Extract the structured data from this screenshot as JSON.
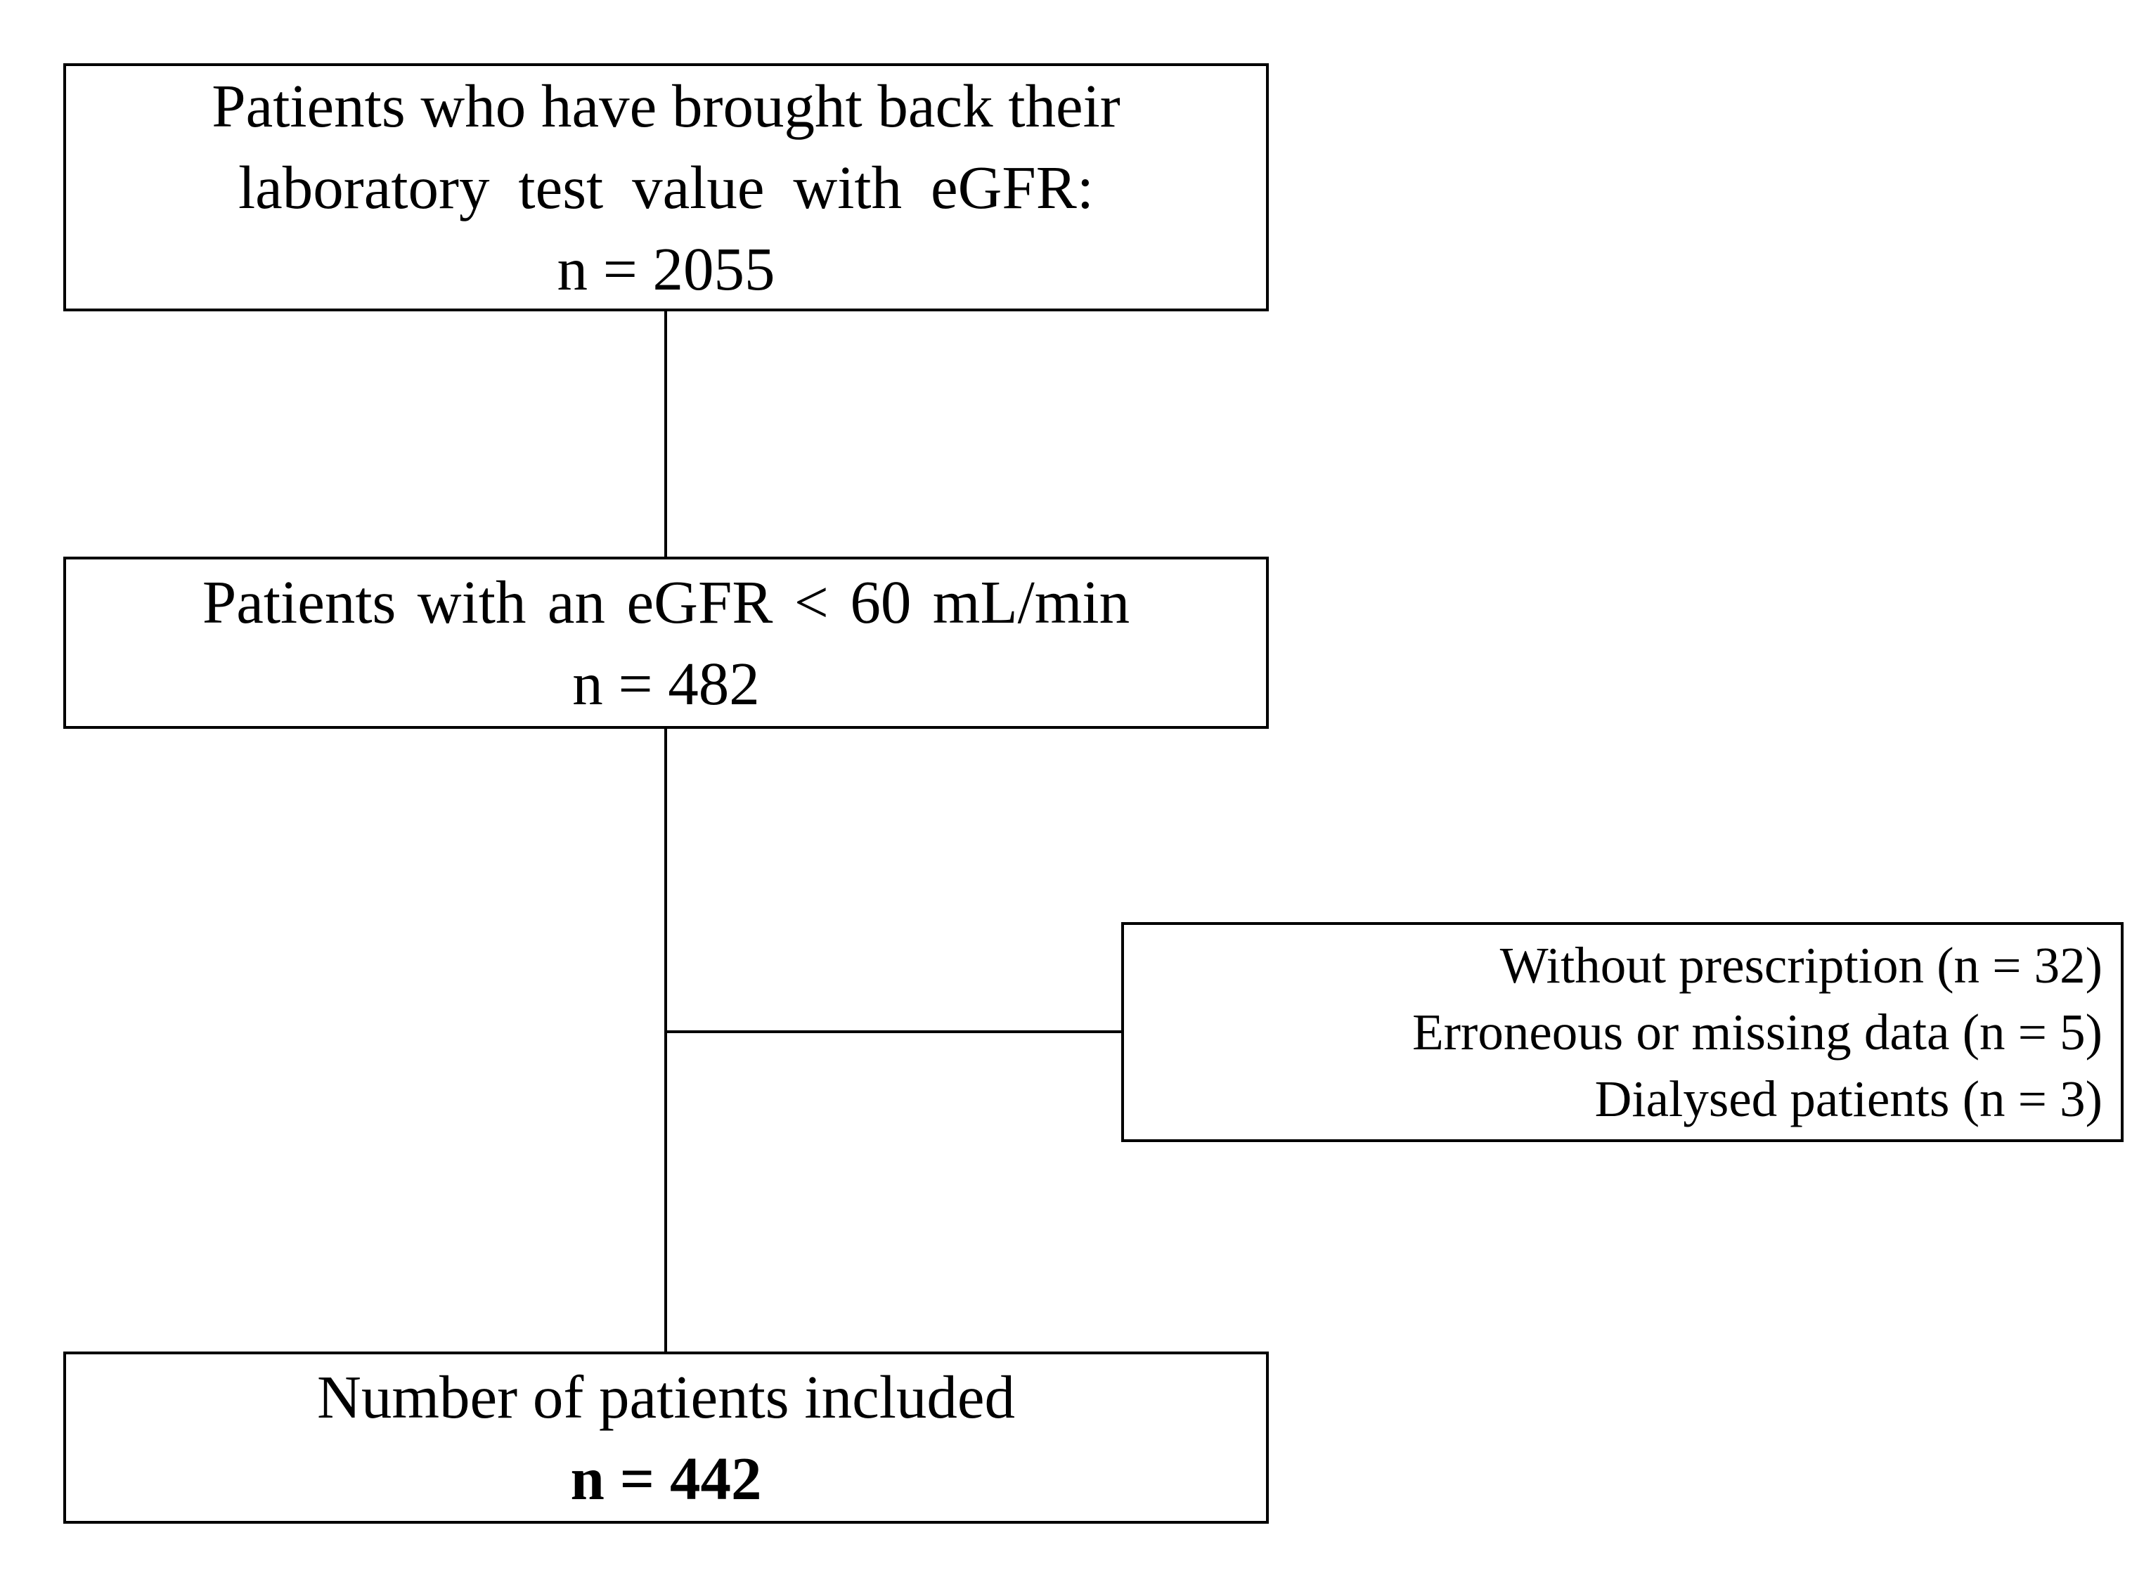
{
  "diagram": {
    "type": "flowchart",
    "background": "#ffffff",
    "stroke_color": "#000000",
    "text_color": "#000000",
    "nodes": [
      {
        "id": "source-population",
        "lines": [
          "Patients who have brought back their",
          "laboratory test value with eGFR:",
          "n = 2055"
        ],
        "count": 2055
      },
      {
        "id": "egfr-filtered",
        "lines": [
          "Patients with an eGFR < 60 mL/min",
          "n = 482"
        ],
        "count": 482
      },
      {
        "id": "exclusions",
        "lines": [
          "Without prescription (n = 32)",
          "Erroneous or missing data (n = 5)",
          "Dialysed patients (n = 3)"
        ],
        "counts": [
          32,
          5,
          3
        ]
      },
      {
        "id": "included",
        "lines": [
          "Number of patients included",
          "n = 442"
        ],
        "count": 442
      }
    ]
  }
}
